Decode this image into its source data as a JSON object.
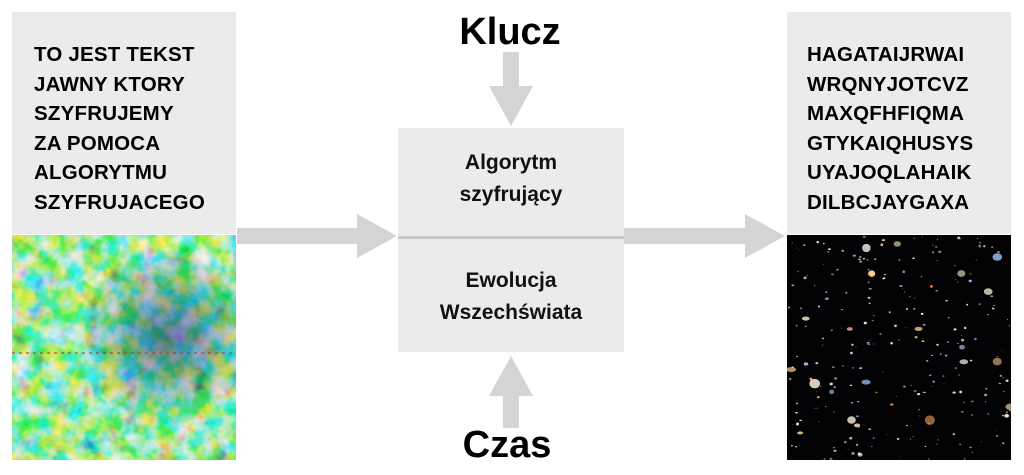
{
  "plaintext": {
    "lines": [
      "TO JEST TEKST",
      "JAWNY KTORY",
      "SZYFRUJEMY",
      "ZA POMOCA",
      "ALGORYTMU",
      "SZYFRUJACEGO"
    ]
  },
  "ciphertext": {
    "lines": [
      "HAGATAIJRWAI",
      "WRQNYJOTCVZ",
      "MAXQFHFIQMA",
      "GTYKAIQHUSYS",
      "UYAJOQLAHAIK",
      "DILBCJAYGAXA"
    ]
  },
  "center": {
    "algorithm": [
      "Algorytm",
      "szyfrujący"
    ],
    "evolution": [
      "Ewolucja",
      "Wszechświata"
    ]
  },
  "key_label": "Klucz",
  "time_label": "Czas",
  "colors": {
    "panel": "#ebebeb",
    "arrow": "#d4d4d4",
    "divider": "#c9c9c9"
  }
}
